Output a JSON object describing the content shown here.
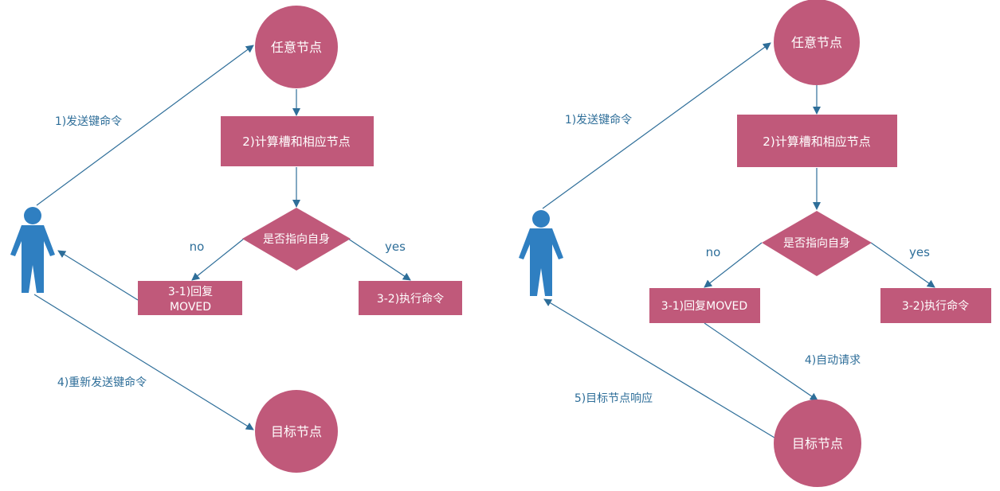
{
  "left": {
    "node_any": "任意节点",
    "compute": "2)计算槽和相应节点",
    "decision": "是否指向自身",
    "no": "no",
    "yes": "yes",
    "reply_line1": "3-1)回复",
    "reply_line2": "MOVED",
    "execute": "3-2)执行命令",
    "target": "目标节点",
    "send": "1)发送键命令",
    "resend": "4)重新发送键命令"
  },
  "right": {
    "node_any": "任意节点",
    "compute": "2)计算槽和相应节点",
    "decision": "是否指向自身",
    "no": "no",
    "yes": "yes",
    "reply": "3-1)回复MOVED",
    "execute": "3-2)执行命令",
    "target": "目标节点",
    "send": "1)发送键命令",
    "auto": "4)自动请求",
    "response": "5)目标节点响应"
  },
  "colors": {
    "node_fill": "#c0597a",
    "line": "#2e6e99",
    "text_blue": "#2e6e99",
    "person": "#2f7fc1"
  }
}
